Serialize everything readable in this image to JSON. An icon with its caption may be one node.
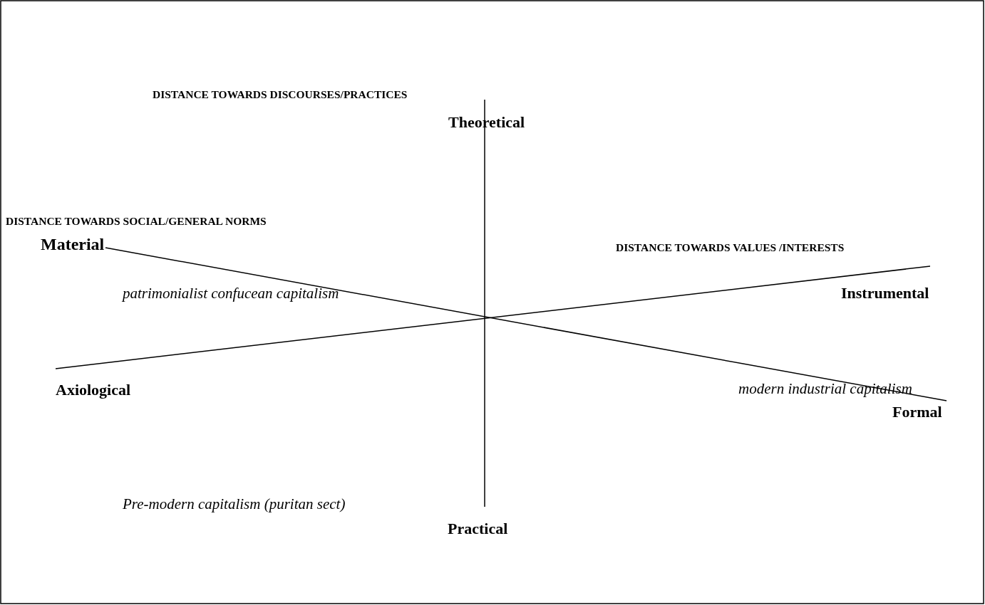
{
  "diagram": {
    "labels": [
      "DISTANCE TOWARDS DISCOURSES/PRACTICES",
      "Theoretical",
      "DISTANCE TOWARDS SOCIAL/GENERAL NORMS",
      "Material",
      "DISTANCE TOWARDS VALUES /INTERESTS",
      "patrimonialist confucean capitalism",
      "Instrumental",
      "Axiological",
      "modern industrial capitalism",
      "Formal",
      "Pre-modern capitalism (puritan sect)",
      "Practical"
    ]
  }
}
